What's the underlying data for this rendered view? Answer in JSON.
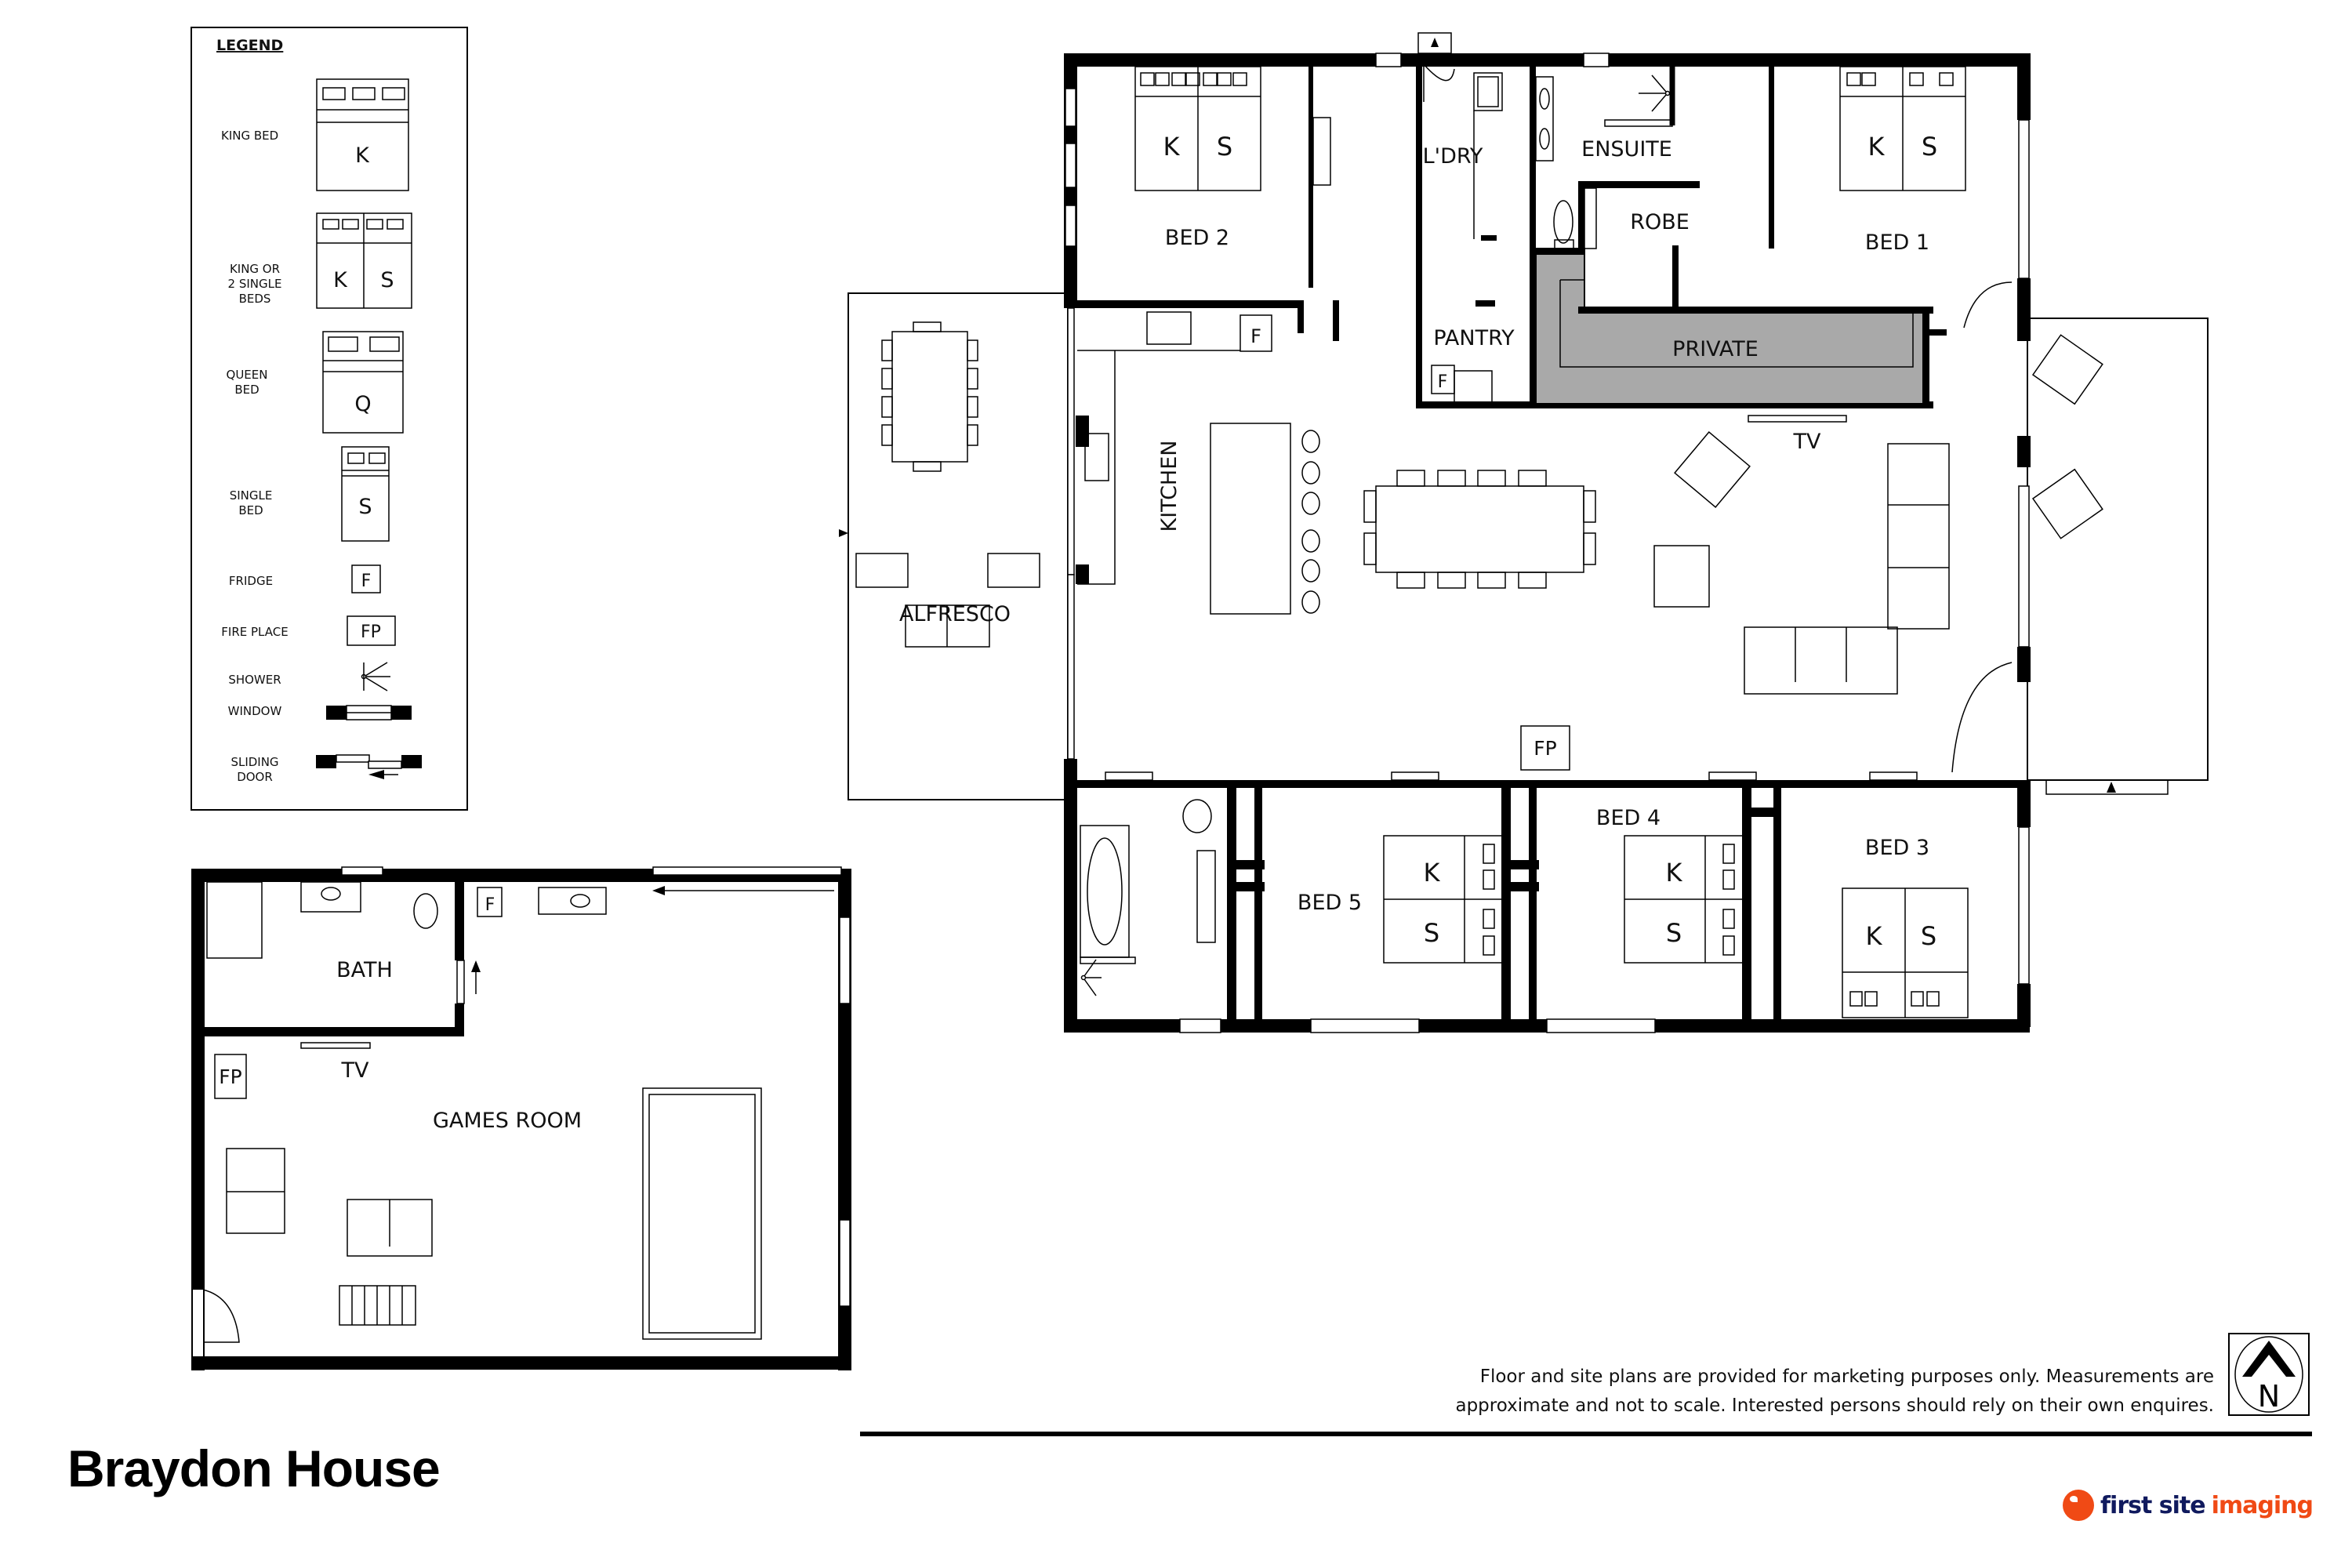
{
  "property": {
    "title": "Braydon House"
  },
  "legend": {
    "heading": "LEGEND",
    "items": [
      {
        "label": "KING BED",
        "symbol": "K"
      },
      {
        "label": "KING OR 2 SINGLE BEDS",
        "symbol_left": "K",
        "symbol_right": "S"
      },
      {
        "label": "QUEEN BED",
        "symbol": "Q"
      },
      {
        "label": "SINGLE BED",
        "symbol": "S"
      },
      {
        "label": "FRIDGE",
        "symbol": "F"
      },
      {
        "label": "FIRE PLACE",
        "symbol": "FP"
      },
      {
        "label": "SHOWER",
        "symbol": "shower-icon"
      },
      {
        "label": "WINDOW",
        "symbol": "window-icon"
      },
      {
        "label": "SLIDING DOOR",
        "symbol": "sliding-door-icon"
      }
    ],
    "label_lines": {
      "king": [
        "KING BED"
      ],
      "king_or_single": [
        "KING OR",
        "2 SINGLE",
        "BEDS"
      ],
      "queen": [
        "QUEEN",
        "BED"
      ],
      "single": [
        "SINGLE",
        "BED"
      ],
      "fridge": [
        "FRIDGE"
      ],
      "fireplace": [
        "FIRE PLACE"
      ],
      "shower": [
        "SHOWER"
      ],
      "window": [
        "WINDOW"
      ],
      "sliding": [
        "SLIDING",
        "DOOR"
      ]
    }
  },
  "rooms": {
    "bed2": "BED 2",
    "laundry": "L'DRY",
    "ensuite": "ENSUITE",
    "robe": "ROBE",
    "bed1": "BED 1",
    "pantry": "PANTRY",
    "private": "PRIVATE",
    "kitchen": "KITCHEN",
    "alfresco": "ALFRESCO",
    "tv_main": "TV",
    "fireplace_main": "FP",
    "bed5": "BED 5",
    "bed4": "BED 4",
    "bed3": "BED 3",
    "bath": "BATH",
    "games_room": "GAMES ROOM",
    "tv_games": "TV",
    "fireplace_games": "FP",
    "fridge_kitchen": "F",
    "fridge_pantry": "F",
    "fridge_games": "F"
  },
  "beds": {
    "bed2": {
      "left": "K",
      "right": "S"
    },
    "bed1": {
      "left": "K",
      "right": "S"
    },
    "bed5": {
      "top": "K",
      "bottom": "S"
    },
    "bed4": {
      "top": "K",
      "bottom": "S"
    },
    "bed3": {
      "left": "K",
      "right": "S"
    }
  },
  "footer": {
    "disclaimer_line1": "Floor and site plans are provided for marketing purposes only. Measurements are",
    "disclaimer_line2": "approximate and not to scale. Interested persons should rely on their own enquires.",
    "north_label": "N",
    "brand_word1": "first site",
    "brand_word2": "imaging",
    "colors": {
      "brand_orange": "#f04a15",
      "brand_navy": "#101a5e",
      "private_fill": "#a9a9a9"
    }
  }
}
